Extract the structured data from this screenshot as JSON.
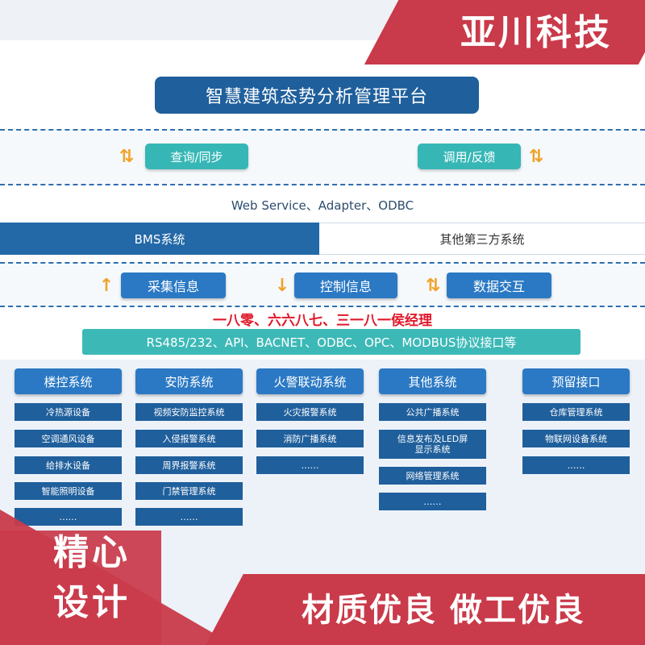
{
  "brand": {
    "name": "亚川科技",
    "color": "#c93a4a"
  },
  "platform": {
    "title": "智慧建筑态势分析管理平台"
  },
  "top_exchange": {
    "left_label": "查询/同步",
    "right_label": "调用/反馈",
    "arrow_glyph": "⇅"
  },
  "interface_layer": {
    "text": "Web Service、Adapter、ODBC"
  },
  "systems_row": {
    "bms": "BMS系统",
    "third_party": "其他第三方系统"
  },
  "data_flow": {
    "collect": "采集信息",
    "control": "控制信息",
    "exchange": "数据交互",
    "up_arrow": "↑",
    "down_arrow": "↓",
    "both_arrow": "⇅"
  },
  "red_note": "一八零、六六八七、三一八一侯经理",
  "protocols": "RS485/232、API、BACNET、ODBC、OPC、MODBUS协议接口等",
  "columns": [
    {
      "title": "楼控系统",
      "items": [
        "冷热源设备",
        "空调通风设备",
        "给排水设备",
        "智能照明设备",
        "……"
      ]
    },
    {
      "title": "安防系统",
      "items": [
        "视频安防监控系统",
        "入侵报警系统",
        "周界报警系统",
        "门禁管理系统",
        "……"
      ]
    },
    {
      "title": "火警联动系统",
      "items": [
        "火灾报警系统",
        "消防广播系统",
        "……"
      ]
    },
    {
      "title": "其他系统",
      "items": [
        "公共广播系统",
        "信息发布及LED屏显示系统",
        "网络管理系统",
        "……"
      ]
    },
    {
      "title": "预留接口",
      "items": [
        "仓库管理系统",
        "物联网设备系统",
        "……"
      ]
    }
  ],
  "promo": {
    "left": "精心设计",
    "right": "材质优良  做工优良"
  }
}
